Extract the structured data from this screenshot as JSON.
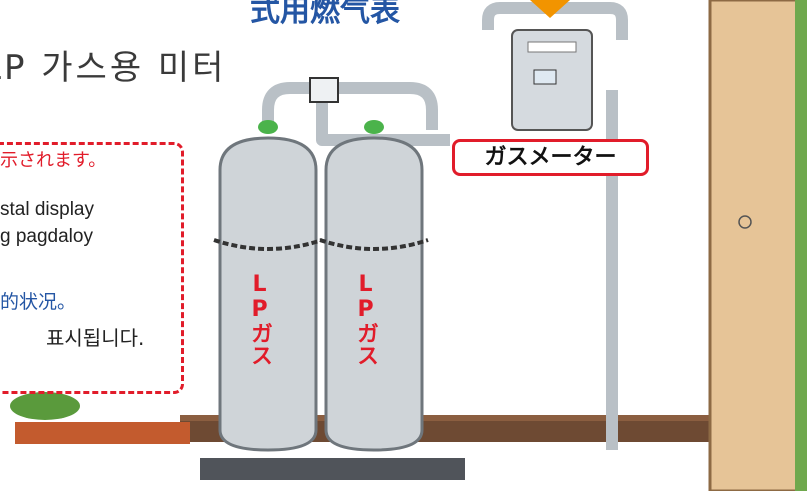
{
  "header": {
    "title_cut": "式用燃气表",
    "title_ko": "LP 가스용 미터"
  },
  "note": {
    "ja": "示されます。",
    "en": "stal display",
    "tl": "g pagdaloy",
    "zh": "的状况。",
    "ko": "표시됩니다."
  },
  "illustration": {
    "meter_label": "ガスメーター",
    "cylinder_1_label": "LPガス",
    "cylinder_2_label": "LPガス",
    "colors": {
      "accent_red": "#e11c2a",
      "title_blue": "#2456a4",
      "valve_green": "#4bb34b",
      "door_tan": "#e6c497",
      "floor_brown": "#6e4a33"
    }
  }
}
